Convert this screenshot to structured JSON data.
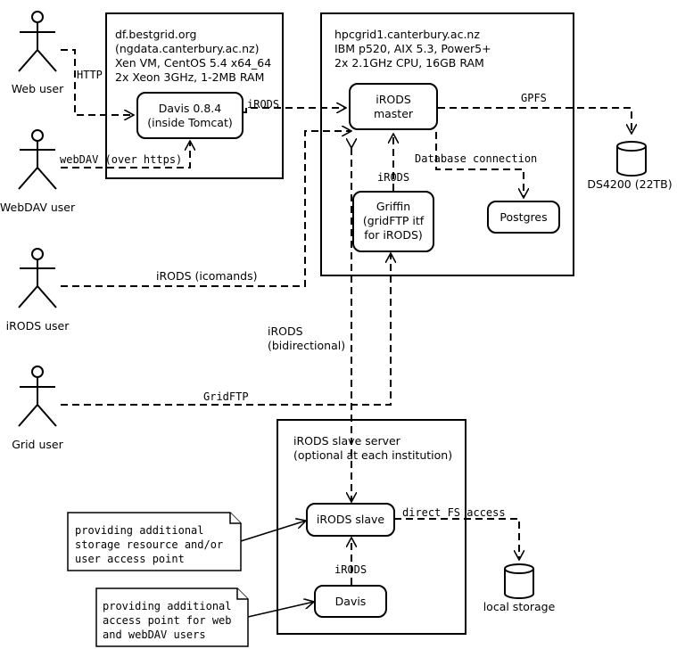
{
  "actors": {
    "web_user": "Web user",
    "webdav_user": "WebDAV user",
    "irods_user": "iRODS user",
    "grid_user": "Grid user"
  },
  "df_server": {
    "lines": [
      "df.bestgrid.org",
      "(ngdata.canterbury.ac.nz)",
      "Xen VM, CentOS 5.4 x64_64",
      "2x Xeon 3GHz, 1-2MB RAM"
    ],
    "davis": [
      "Davis 0.8.4",
      "(inside Tomcat)"
    ]
  },
  "hpc_server": {
    "lines": [
      "hpcgrid1.canterbury.ac.nz",
      "IBM p520, AIX 5.3, Power5+",
      "2x 2.1GHz CPU, 16GB RAM"
    ],
    "irods_master": [
      "iRODS",
      "master"
    ],
    "griffin": [
      "Griffin",
      "(gridFTP itf",
      "for iRODS)"
    ],
    "postgres": "Postgres"
  },
  "slave_server": {
    "lines": [
      "iRODS slave server",
      "(optional at each institution)"
    ],
    "irods_slave": "iRODS slave",
    "davis": "Davis"
  },
  "storage": {
    "ds4200": "DS4200 (22TB)",
    "local": "local storage"
  },
  "connections": {
    "http": "HTTP",
    "webdav": "webDAV (over https)",
    "irods_davis": "iRODS",
    "irods_icommands": "iRODS (icomands)",
    "gpfs": "GPFS",
    "database": "Database connection",
    "irods_griffin": "iRODS",
    "irods_bidir": [
      "iRODS",
      "(bidirectional)"
    ],
    "gridftp": "GridFTP",
    "direct_fs": "direct FS access",
    "irods_slave_davis": "iRODS"
  },
  "notes": {
    "note1": [
      "providing additional",
      "storage resource and/or",
      "user access point"
    ],
    "note2": [
      "providing additional",
      "access point for web",
      "and webDAV users"
    ]
  }
}
